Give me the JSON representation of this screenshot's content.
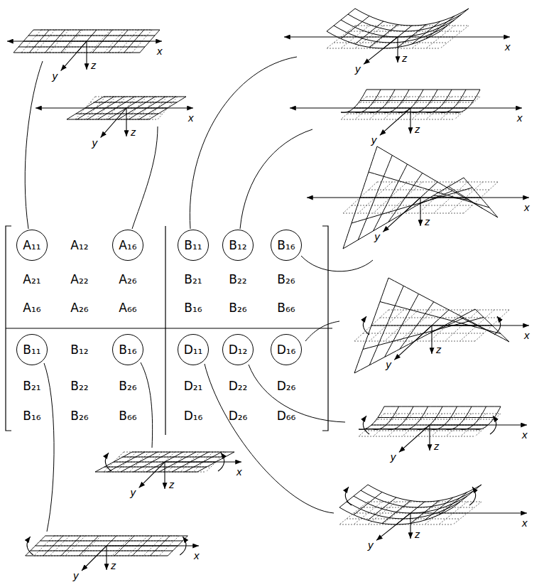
{
  "diagram": {
    "nodes": [
      {
        "text": [
          "A₁₁"
        ]
      },
      {
        "text": [
          "A₁₆"
        ]
      },
      {
        "text": [
          "B₁₁"
        ]
      },
      {
        "text": [
          "B₁₂"
        ]
      },
      {
        "text": [
          "B₁₆"
        ]
      },
      {
        "text": [
          "B₁₁"
        ]
      },
      {
        "text": [
          "B₁₆"
        ]
      },
      {
        "text": [
          "D₁₁"
        ]
      },
      {
        "text": [
          "D₁₂"
        ]
      },
      {
        "text": [
          "D₁₆"
        ]
      }
    ],
    "labels": [
      "A₁₂",
      "A₂₁",
      "A₂₂",
      "A₂₆",
      "B₂₁",
      "B₂₂",
      "B₂₆",
      "A₁₆",
      "A₂₆",
      "A₆₆",
      "B₁₆",
      "B₂₆",
      "B₆₆",
      "B₁₂",
      "B₂₁",
      "B₂₂",
      "B₂₆",
      "D₂₁",
      "D₂₂",
      "D₂₆",
      "B₁₆",
      "B₂₆",
      "B₆₆",
      "D₁₆",
      "D₂₆",
      "D₆₆",
      "x",
      "y",
      "z",
      "x",
      "y",
      "z",
      "x",
      "y",
      "z",
      "x",
      "y",
      "z",
      "x",
      "y",
      "z",
      "x",
      "y",
      "z",
      "x",
      "y",
      "z",
      "x",
      "y",
      "z",
      "x",
      "y",
      "z",
      "x",
      "y",
      "z"
    ]
  }
}
